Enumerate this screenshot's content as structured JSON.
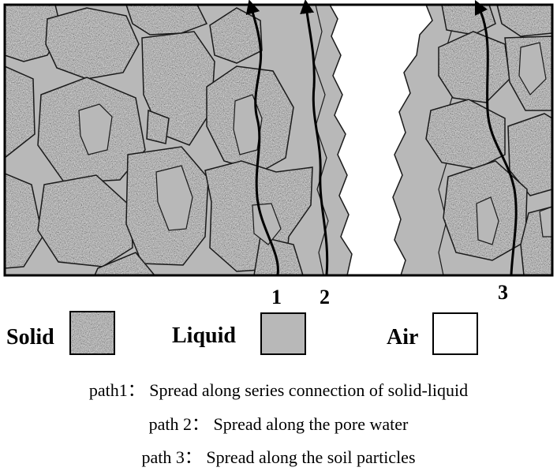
{
  "paths": [
    {
      "number": "1"
    },
    {
      "number": "2"
    },
    {
      "number": "3"
    }
  ],
  "legend": {
    "solid": "Solid",
    "liquid": "Liquid",
    "air": "Air"
  },
  "descriptions": [
    "path1： Spread along series connection of solid-liquid",
    "path 2： Spread along the pore water",
    "path 3： Spread along the soil particles"
  ],
  "colors": {
    "liquid": "#b8b8b8",
    "solid_base": "#9a9a9a",
    "air": "#ffffff",
    "outline": "#1a1a1a"
  }
}
